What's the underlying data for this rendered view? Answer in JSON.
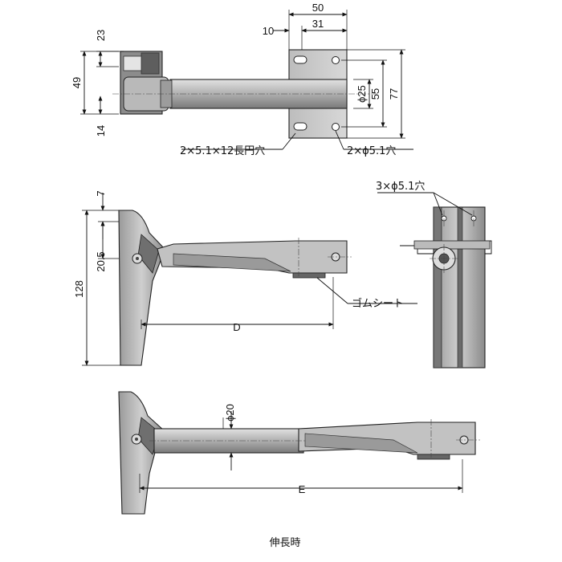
{
  "top_view": {
    "dims": {
      "d50": "50",
      "d10": "10",
      "d31": "31",
      "d23": "23",
      "d49": "49",
      "d14": "14",
      "d25": "ϕ25",
      "d55": "55",
      "d77": "77"
    },
    "labels": {
      "slot_holes": "2×5.1×12長円穴",
      "round_holes": "2×ϕ5.1穴"
    }
  },
  "side_view": {
    "dims": {
      "d7": "7",
      "d20_5": "20.5",
      "d128": "128",
      "dD": "D"
    },
    "labels": {
      "rubber_sheet": "ゴムシート"
    }
  },
  "end_view": {
    "labels": {
      "holes": "3×ϕ5.1穴"
    }
  },
  "extended_view": {
    "dims": {
      "d20": "ϕ20",
      "dE": "E"
    },
    "labels": {
      "caption": "伸長時"
    }
  },
  "colors": {
    "body_light": "#c9c9c9",
    "body_mid": "#a8a8a8",
    "body_dark": "#6e6e6e",
    "line": "#111111"
  }
}
